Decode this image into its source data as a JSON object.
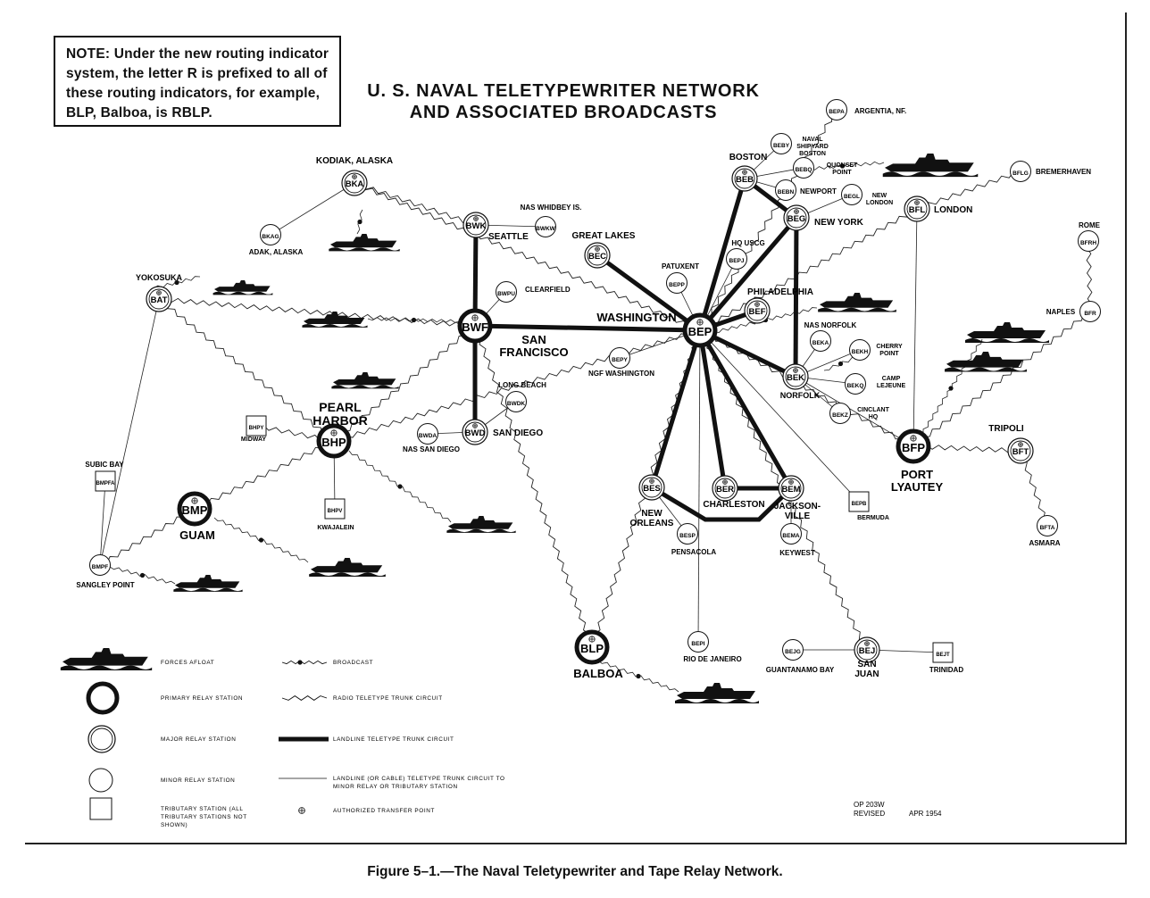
{
  "note": {
    "lines": [
      "NOTE: Under the new routing indicator",
      "system, the letter R is prefixed to all of",
      "these routing indicators, for example,",
      "BLP, Balboa, is RBLP."
    ]
  },
  "title": {
    "line1": "U. S. NAVAL TELETYPEWRITER NETWORK",
    "line2": "AND ASSOCIATED BROADCASTS"
  },
  "caption": "Figure 5–1.—The Naval Teletypewriter and Tape Relay Network.",
  "revision": {
    "line1": "OP 203W",
    "line2": "REVISED",
    "date": "APR 1954"
  },
  "stations": [
    {
      "id": "BEP",
      "code": "BEP",
      "type": "primary",
      "label": "WASHINGTON"
    },
    {
      "id": "BWF",
      "code": "BWF",
      "type": "primary",
      "label": "SAN FRANCISCO"
    },
    {
      "id": "BHP",
      "code": "BHP",
      "type": "primary",
      "label": "PEARL HARBOR"
    },
    {
      "id": "BMP",
      "code": "BMP",
      "type": "primary",
      "label": "GUAM"
    },
    {
      "id": "BLP",
      "code": "BLP",
      "type": "primary",
      "label": "BALBOA"
    },
    {
      "id": "BFP",
      "code": "BFP",
      "type": "primary",
      "label": "PORT LYAUTEY"
    },
    {
      "id": "BKA",
      "code": "BKA",
      "type": "major",
      "label": "KODIAK, ALASKA"
    },
    {
      "id": "BWK",
      "code": "BWK",
      "type": "major",
      "label": "SEATTLE"
    },
    {
      "id": "BAT",
      "code": "BAT",
      "type": "major",
      "label": "YOKOSUKA"
    },
    {
      "id": "BWD",
      "code": "BWD",
      "type": "major",
      "label": "SAN DIEGO"
    },
    {
      "id": "BEC",
      "code": "BEC",
      "type": "major",
      "label": "GREAT LAKES"
    },
    {
      "id": "BEB",
      "code": "BEB",
      "type": "major",
      "label": "BOSTON"
    },
    {
      "id": "BEG",
      "code": "BEG",
      "type": "major",
      "label": "NEW YORK"
    },
    {
      "id": "BEF",
      "code": "BEF",
      "type": "major",
      "label": "PHILADELPHIA"
    },
    {
      "id": "BEK",
      "code": "BEK",
      "type": "major",
      "label": "NORFOLK"
    },
    {
      "id": "BFL",
      "code": "BFL",
      "type": "major",
      "label": "LONDON"
    },
    {
      "id": "BES",
      "code": "BES",
      "type": "major",
      "label": "NEW ORLEANS"
    },
    {
      "id": "BER",
      "code": "BER",
      "type": "major",
      "label": "CHARLESTON"
    },
    {
      "id": "BEM",
      "code": "BEM",
      "type": "major",
      "label": "JACKSON- VILLE"
    },
    {
      "id": "BEJ",
      "code": "BEJ",
      "type": "major",
      "label": "SAN JUAN"
    },
    {
      "id": "BFT",
      "code": "BFT",
      "type": "major",
      "label": "TRIPOLI"
    },
    {
      "id": "BMPF",
      "code": "BMPF",
      "type": "minor",
      "label": "SANGLEY POINT"
    },
    {
      "id": "BKAG",
      "code": "BKAG",
      "type": "minor",
      "label": "ADAK, ALASKA"
    },
    {
      "id": "BWKW",
      "code": "BWKW",
      "type": "minor",
      "label": "NAS WHIDBEY IS."
    },
    {
      "id": "BWPU",
      "code": "BWPU",
      "type": "minor",
      "label": "CLEARFIELD"
    },
    {
      "id": "BWDK",
      "code": "BWDK",
      "type": "minor",
      "label": "LONG BEACH"
    },
    {
      "id": "BWDA",
      "code": "BWDA",
      "type": "minor",
      "label": "NAS SAN DIEGO"
    },
    {
      "id": "BEPP",
      "code": "BEPP",
      "type": "minor",
      "label": "PATUXENT"
    },
    {
      "id": "BEPJ",
      "code": "BEPJ",
      "type": "minor",
      "label": "HQ USCG"
    },
    {
      "id": "BEPY",
      "code": "BEPY",
      "type": "minor",
      "label": "NGF WASHINGTON"
    },
    {
      "id": "BEPA",
      "code": "BEPA",
      "type": "minor",
      "label": "ARGENTIA, NF."
    },
    {
      "id": "BEBY",
      "code": "BEBY",
      "type": "minor",
      "label": "NAVAL SHIPYARD BOSTON"
    },
    {
      "id": "BEBQ",
      "code": "BEBQ",
      "type": "minor",
      "label": "QUONSET POINT"
    },
    {
      "id": "BEBN",
      "code": "BEBN",
      "type": "minor",
      "label": "NEWPORT"
    },
    {
      "id": "BEGL",
      "code": "BEGL",
      "type": "minor",
      "label": "NEW LONDON"
    },
    {
      "id": "BEKA",
      "code": "BEKA",
      "type": "minor",
      "label": "NAS NORFOLK"
    },
    {
      "id": "BEKH",
      "code": "BEKH",
      "type": "minor",
      "label": "CHERRY POINT"
    },
    {
      "id": "BEKQ",
      "code": "BEKQ",
      "type": "minor",
      "label": "CAMP LEJEUNE"
    },
    {
      "id": "BEKZ",
      "code": "BEKZ",
      "type": "minor",
      "label": "CINCLANT HQ"
    },
    {
      "id": "BFLG",
      "code": "BFLG",
      "type": "minor",
      "label": "BREMERHAVEN"
    },
    {
      "id": "BFRH",
      "code": "BFRH",
      "type": "minor",
      "label": "ROME"
    },
    {
      "id": "BFR",
      "code": "BFR",
      "type": "minor",
      "label": "NAPLES"
    },
    {
      "id": "BFTA",
      "code": "BFTA",
      "type": "minor",
      "label": "ASMARA"
    },
    {
      "id": "BESP",
      "code": "BESP",
      "type": "minor",
      "label": "PENSACOLA"
    },
    {
      "id": "BEMA",
      "code": "BEMA",
      "type": "minor",
      "label": "KEYWEST"
    },
    {
      "id": "BEPI",
      "code": "BEPI",
      "type": "minor",
      "label": "RIO DE JANEIRO"
    },
    {
      "id": "BEJG",
      "code": "BEJG",
      "type": "minor",
      "label": "GUANTANAMO BAY"
    },
    {
      "id": "BMPFA",
      "code": "BMPFA",
      "type": "tributary",
      "label": "SUBIC BAY"
    },
    {
      "id": "BHPY",
      "code": "BHPY",
      "type": "tributary",
      "label": "MIDWAY"
    },
    {
      "id": "BHPV",
      "code": "BHPV",
      "type": "tributary",
      "label": "KWAJALEIN"
    },
    {
      "id": "BEPB",
      "code": "BEPB",
      "type": "tributary",
      "label": "BERMUDA"
    },
    {
      "id": "BEJT",
      "code": "BEJT",
      "type": "tributary",
      "label": "TRINIDAD"
    }
  ],
  "legend": [
    {
      "symbol": "ship",
      "text": "FORCES AFLOAT"
    },
    {
      "symbol": "primary-circle",
      "text": "PRIMARY RELAY STATION"
    },
    {
      "symbol": "major-circle",
      "text": "MAJOR RELAY STATION"
    },
    {
      "symbol": "minor-circle",
      "text": "MINOR RELAY STATION"
    },
    {
      "symbol": "tributary-square",
      "text": "TRIBUTARY STATION (ALL TRIBUTARY STATIONS NOT SHOWN)"
    },
    {
      "symbol": "broadcast-line",
      "text": "BROADCAST"
    },
    {
      "symbol": "radio-trunk-line",
      "text": "RADIO TELETYPE TRUNK CIRCUIT"
    },
    {
      "symbol": "landline-trunk-line",
      "text": "LANDLINE TELETYPE TRUNK CIRCUIT"
    },
    {
      "symbol": "minor-landline",
      "text": "LANDLINE (OR CABLE) TELETYPE TRUNK CIRCUIT TO MINOR RELAY OR TRIBUTARY STATION"
    },
    {
      "symbol": "transfer-point",
      "text": "AUTHORIZED TRANSFER POINT"
    }
  ]
}
